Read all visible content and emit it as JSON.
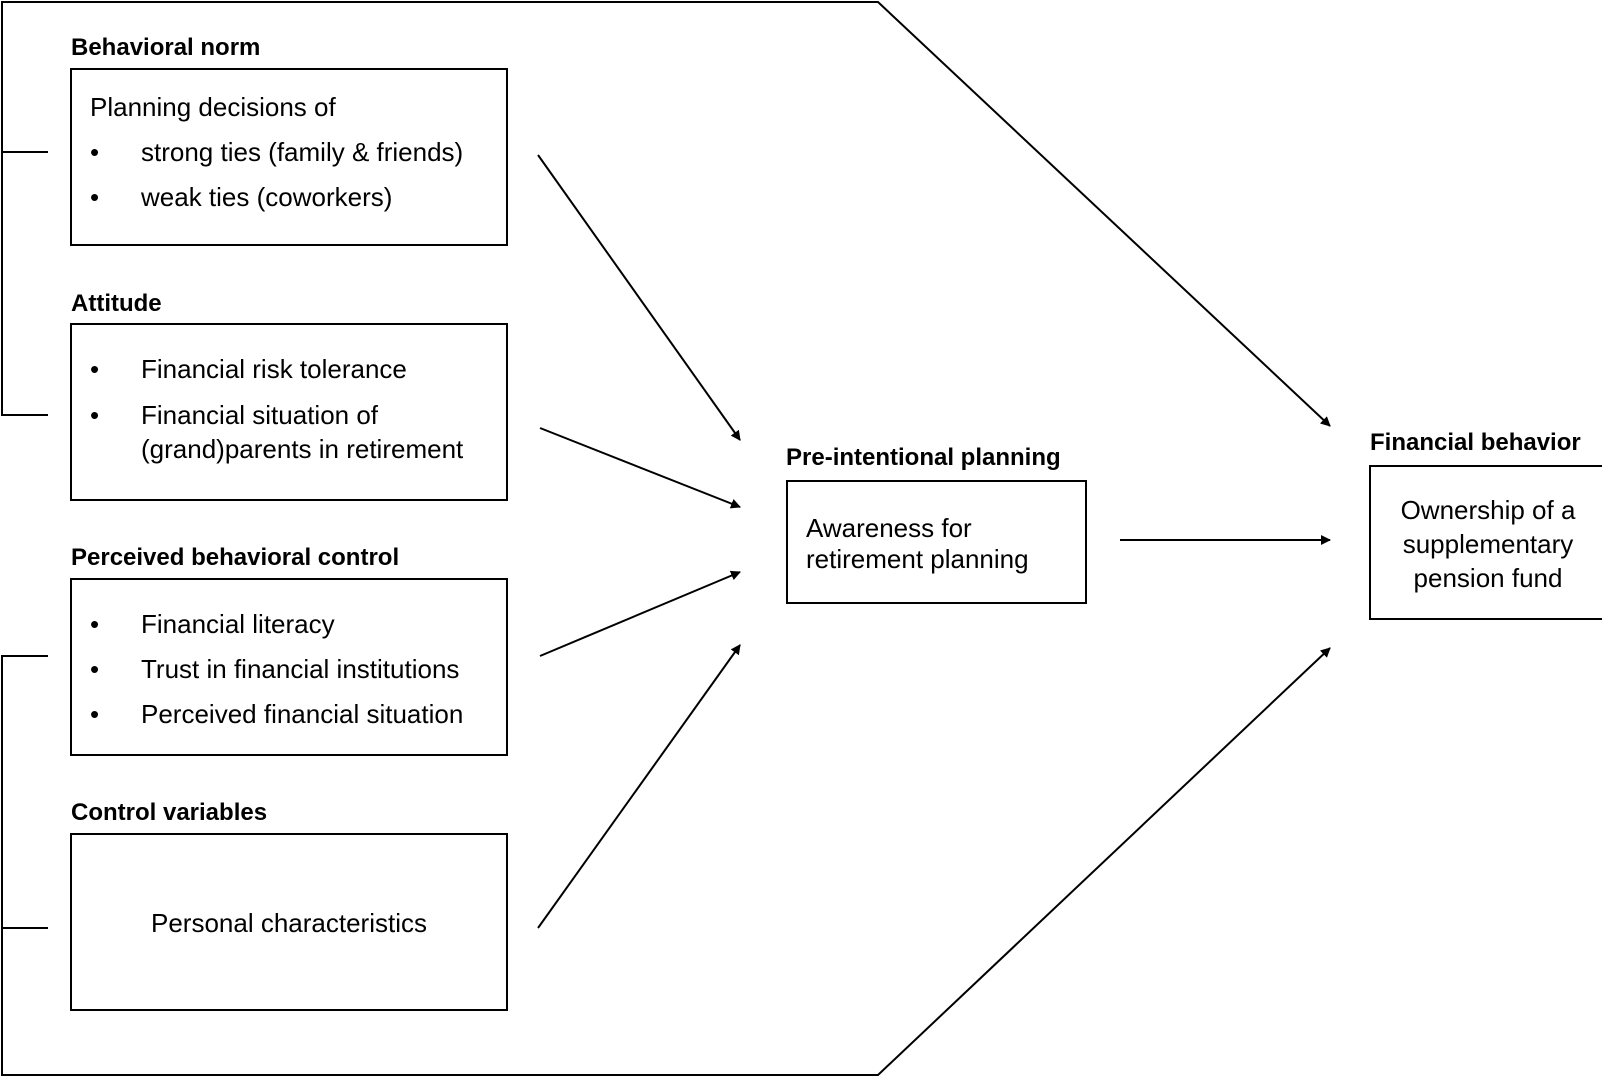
{
  "groups": {
    "behavioral_norm": {
      "heading": "Behavioral norm",
      "intro": "Planning decisions of",
      "items": [
        "strong ties (family & friends)",
        "weak ties (coworkers)"
      ]
    },
    "attitude": {
      "heading": "Attitude",
      "items": [
        "Financial risk tolerance",
        "Financial situation of",
        "(grand)parents in retirement"
      ]
    },
    "perceived_behavioral_control": {
      "heading": "Perceived behavioral control",
      "items": [
        "Financial literacy",
        "Trust in financial institutions",
        "Perceived financial situation"
      ]
    },
    "control_variables": {
      "heading": "Control variables",
      "text": "Personal characteristics"
    },
    "pre_intentional_planning": {
      "heading": "Pre-intentional planning",
      "lines": [
        "Awareness for",
        "retirement planning"
      ]
    },
    "financial_behavior": {
      "heading": "Financial behavior",
      "lines": [
        "Ownership of a",
        "supplementary",
        "pension fund"
      ]
    }
  },
  "bullet_symbol": "•",
  "colors": {
    "stroke": "#000000",
    "background": "#ffffff"
  }
}
